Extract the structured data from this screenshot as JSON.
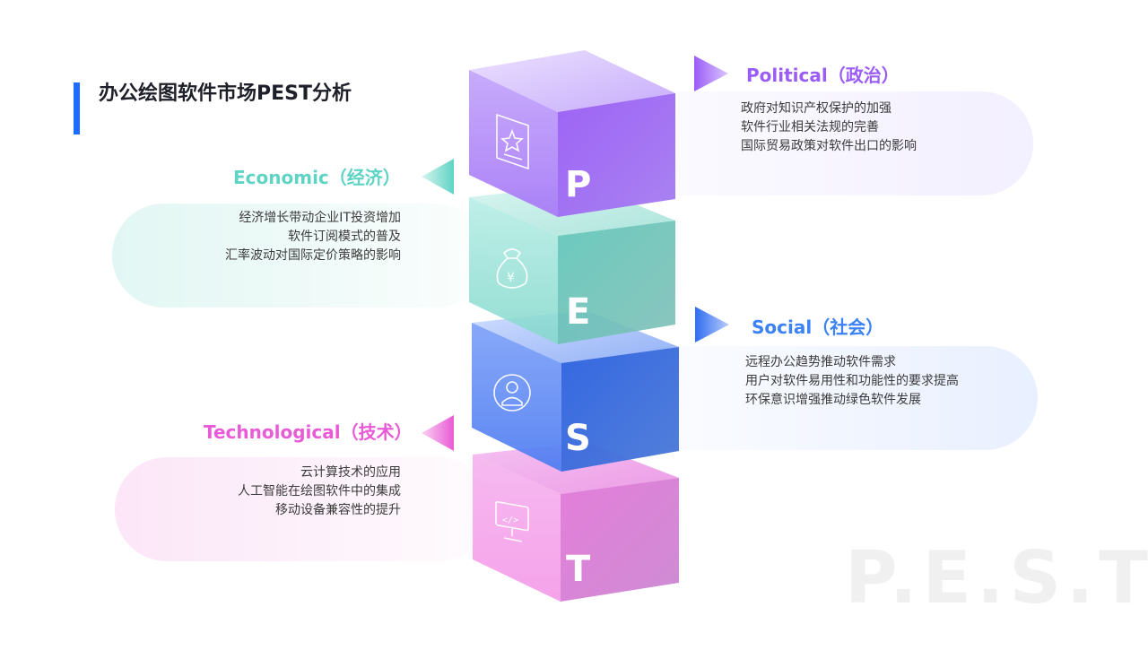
{
  "title": "办公绘图软件市场PEST分析",
  "watermark": "P.E.S.T.",
  "factors": {
    "political": {
      "letter": "P",
      "heading": "Political（政治）",
      "lines": [
        "政府对知识产权保护的加强",
        "软件行业相关法规的完善",
        "国际贸易政策对软件出口的影响"
      ],
      "icon": "star-certificate-icon",
      "color": "#9b5cf6"
    },
    "economic": {
      "letter": "E",
      "heading": "Economic（经济）",
      "lines": [
        "经济增长带动企业IT投资增加",
        "软件订阅模式的普及",
        "汇率波动对国际定价策略的影响"
      ],
      "icon": "money-bag-icon",
      "color": "#5fd3c4"
    },
    "social": {
      "letter": "S",
      "heading": "Social（社会）",
      "lines": [
        "远程办公趋势推动软件需求",
        "用户对软件易用性和功能性的要求提高",
        "环保意识增强推动绿色软件发展"
      ],
      "icon": "user-circle-icon",
      "color": "#3b82f6"
    },
    "technological": {
      "letter": "T",
      "heading": "Technological（技术）",
      "lines": [
        "云计算技术的应用",
        "人工智能在绘图软件中的集成",
        "移动设备兼容性的提升"
      ],
      "icon": "code-monitor-icon",
      "color": "#e95bd6"
    }
  }
}
